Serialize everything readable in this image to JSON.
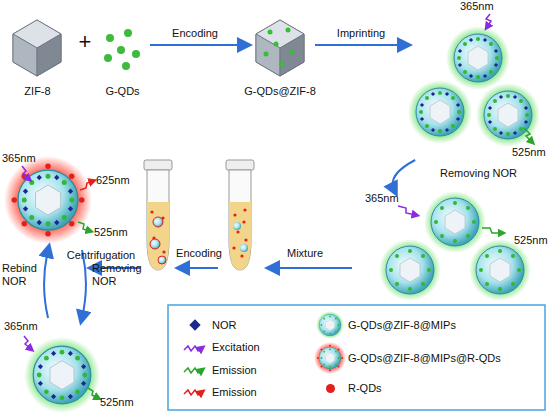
{
  "diagram": {
    "nodes": [
      {
        "text": [
          "ZIF-8"
        ]
      },
      {
        "text": [
          "G-QDs"
        ]
      },
      {
        "text": [
          "G-QDs@ZIF-8"
        ]
      },
      {
        "text": [
          "365nm",
          "525nm"
        ]
      },
      {
        "text": [
          "365nm",
          "525nm"
        ]
      },
      {
        "text": [
          "365nm",
          "625nm",
          "525nm"
        ]
      },
      {
        "text": [
          "365nm",
          "525nm"
        ]
      }
    ],
    "edges": [
      {
        "from": 1,
        "to": 2,
        "arrow": "to",
        "label": "Encoding"
      },
      {
        "from": 2,
        "to": 3,
        "arrow": "to",
        "label": "Imprinting"
      },
      {
        "from": 3,
        "to": 4,
        "arrow": "to",
        "label": "Removing NOR"
      },
      {
        "from": 6,
        "to": 5,
        "arrow": "to",
        "label": "Rebind NOR"
      },
      {
        "from": 5,
        "to": 6,
        "arrow": "to",
        "label": "Removing NOR"
      }
    ],
    "labels": [
      "+",
      "Mixture",
      "Encoding",
      "Centrifugation"
    ],
    "legend": [
      {
        "text": "NOR"
      },
      {
        "text": "Excitation"
      },
      {
        "text": "Emission"
      },
      {
        "text": "Emission"
      },
      {
        "text": "G-QDs@ZIF-8@MIPs"
      },
      {
        "text": "G-QDs@ZIF-8@MIPs@R-QDs"
      },
      {
        "text": "R-QDs",
        "color": "#e3211c"
      }
    ]
  }
}
